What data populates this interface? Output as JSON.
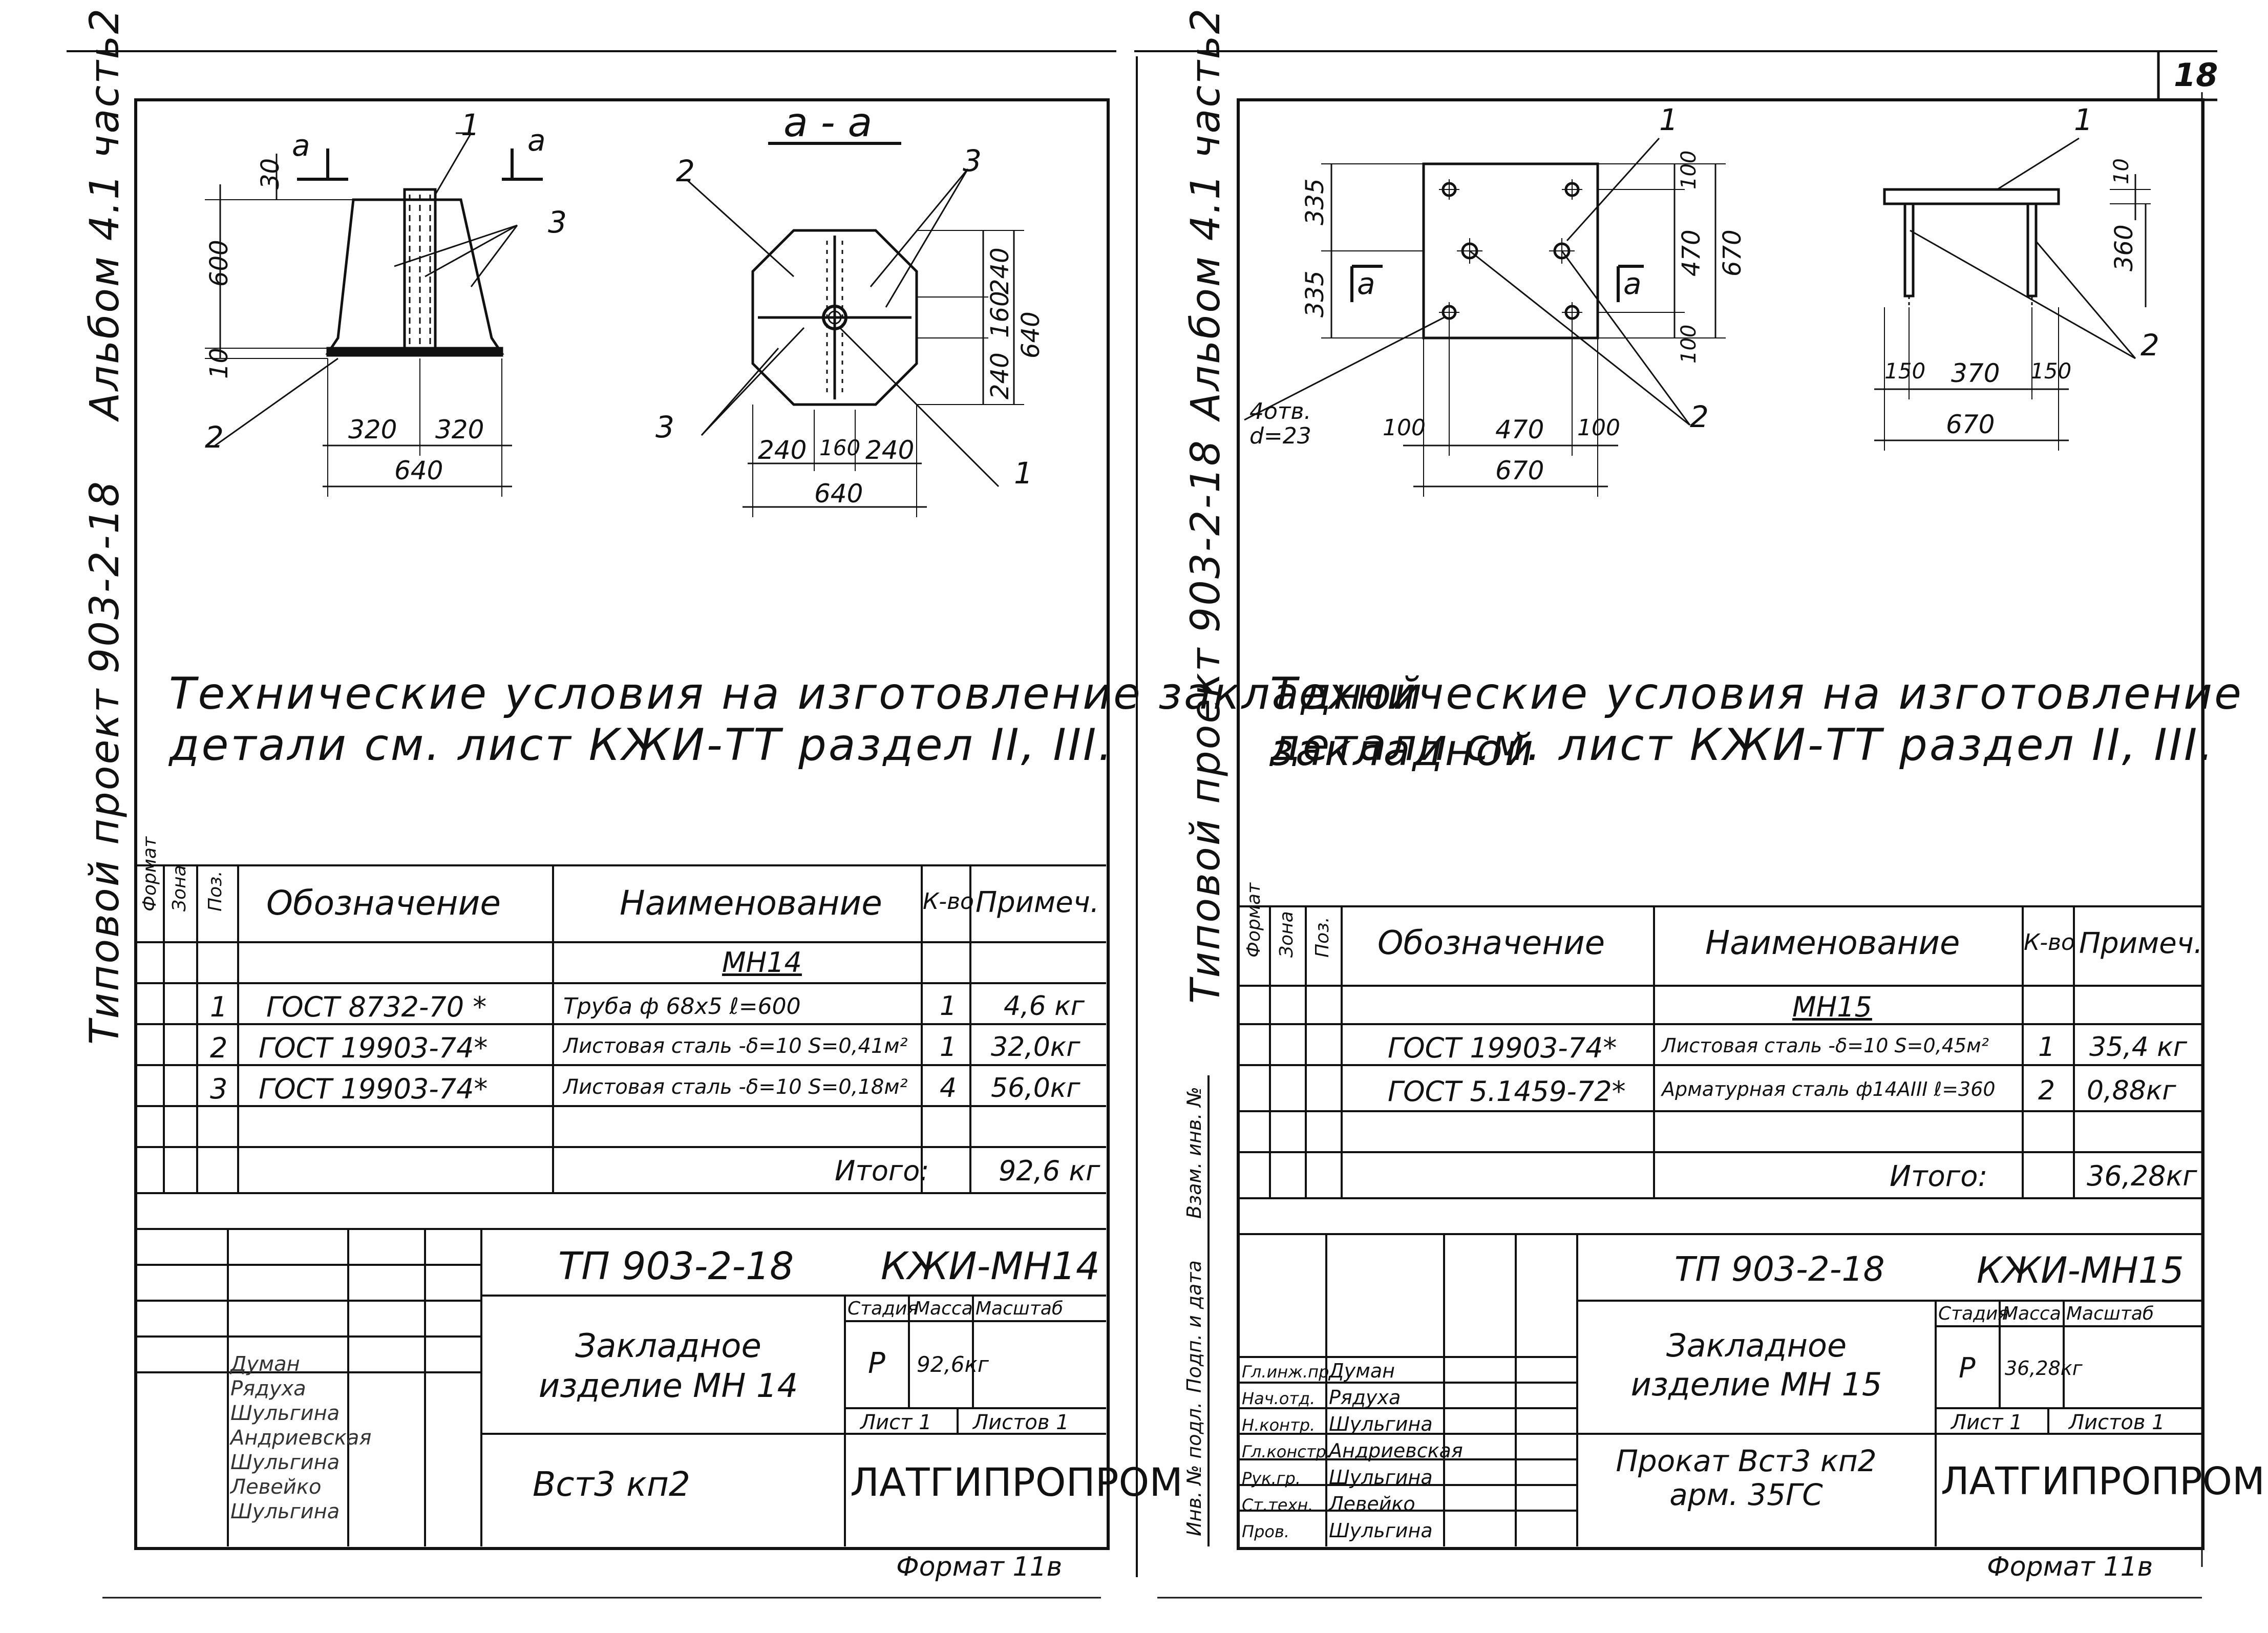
{
  "page_number": "18",
  "sheets": [
    {
      "side_series": "Альбом 4.1  часть2",
      "side_project": "Типовой проект 903-2-18",
      "note_line1": "Технические условия на изготовление закладной",
      "note_line2": "детали см. лист КЖИ-ТТ раздел II, III.",
      "sketch": {
        "section_title": "а - а",
        "section_mark": "а",
        "pos_labels": [
          "1",
          "2",
          "3",
          "3",
          "2",
          "3",
          "1"
        ],
        "dims": [
          "30",
          "600",
          "10",
          "320",
          "320",
          "640",
          "240",
          "160",
          "240",
          "640",
          "240",
          "160",
          "240",
          "640"
        ]
      },
      "spec": {
        "col_headers": [
          "Формат",
          "Зона",
          "Поз.",
          "Обозначение",
          "Наименование",
          "К-во",
          "Примеч."
        ],
        "group_title": "МН14",
        "rows": [
          {
            "pos": "1",
            "doc": "ГОСТ 8732-70 *",
            "name": "Труба ф 68х5     ℓ=600",
            "qty": "1",
            "note": "4,6 кг"
          },
          {
            "pos": "2",
            "doc": "ГОСТ 19903-74*",
            "name": "Листовая сталь -δ=10 S=0,41м²",
            "qty": "1",
            "note": "32,0кг"
          },
          {
            "pos": "3",
            "doc": "ГОСТ 19903-74*",
            "name": "Листовая сталь -δ=10 S=0,18м²",
            "qty": "4",
            "note": "56,0кг"
          }
        ],
        "total_label": "Итого:",
        "total_value": "92,6 кг"
      },
      "stamp": {
        "project_code": "ТП 903-2-18",
        "sheet_code": "КЖИ-МН14",
        "title": "Закладное изделие МН 14",
        "col_stage": "Стадия",
        "col_mass": "Масса",
        "col_scale": "Масштаб",
        "stage": "Р",
        "mass": "92,6кг",
        "sheet": "Лист 1",
        "sheets": "Листов 1",
        "material": "Вст3 кп2",
        "org": "ЛАТГИПРОПРОМ",
        "format": "Формат 11в",
        "roles": [
          {
            "role": "",
            "name": "Думан"
          },
          {
            "role": "",
            "name": "Рядуха"
          },
          {
            "role": "",
            "name": "Шульгина"
          },
          {
            "role": "",
            "name": "Андриевская"
          },
          {
            "role": "",
            "name": "Шульгина"
          },
          {
            "role": "",
            "name": "Левейко"
          },
          {
            "role": "",
            "name": "Шульгина"
          }
        ]
      }
    },
    {
      "side_series": "Альбом 4.1  часть2",
      "side_project": "Типовой проект 903-2-18",
      "note_line1": "Технические условия на изготовление закладной",
      "note_line2": "детали см. лист КЖИ-ТТ раздел II, III.",
      "left_strip": [
        "Инв. № подл.",
        "Подп. и дата",
        "Взам. инв. №"
      ],
      "sketch": {
        "section_mark": "а",
        "holes_note": "4отв. d=23",
        "pos_labels": [
          "1",
          "2",
          "1",
          "2"
        ],
        "dims": [
          "335",
          "335",
          "100",
          "470",
          "100",
          "670",
          "100",
          "470",
          "100",
          "670",
          "10",
          "360",
          "150",
          "370",
          "150",
          "670"
        ]
      },
      "spec": {
        "col_headers": [
          "Формат",
          "Зона",
          "Поз.",
          "Обозначение",
          "Наименование",
          "К-во",
          "Примеч."
        ],
        "group_title": "МН15",
        "rows": [
          {
            "pos": "",
            "doc": "ГОСТ 19903-74*",
            "name": "Листовая сталь -δ=10 S=0,45м²",
            "qty": "1",
            "note": "35,4 кг"
          },
          {
            "pos": "",
            "doc": "ГОСТ 5.1459-72*",
            "name": "Арматурная сталь ф14АIII ℓ=360",
            "qty": "2",
            "note": "0,88кг"
          }
        ],
        "total_label": "Итого:",
        "total_value": "36,28кг"
      },
      "stamp": {
        "project_code": "ТП 903-2-18",
        "sheet_code": "КЖИ-МН15",
        "title": "Закладное изделие МН 15",
        "col_stage": "Стадия",
        "col_mass": "Масса",
        "col_scale": "Масштаб",
        "stage": "Р",
        "mass": "36,28кг",
        "sheet": "Лист 1",
        "sheets": "Листов 1",
        "material": "Прокат Вст3 кп2 арм. 35ГС",
        "org": "ЛАТГИПРОПРОМ",
        "format": "Формат 11в",
        "roles": [
          {
            "role": "Гл.инж.пр.",
            "name": "Думан"
          },
          {
            "role": "Нач.отд.",
            "name": "Рядуха"
          },
          {
            "role": "Н.контр.",
            "name": "Шульгина"
          },
          {
            "role": "Гл.констр.",
            "name": "Андриевская"
          },
          {
            "role": "Рук.гр.",
            "name": "Шульгина"
          },
          {
            "role": "Ст.техн.",
            "name": "Левейко"
          },
          {
            "role": "Пров.",
            "name": "Шульгина"
          }
        ]
      }
    }
  ]
}
